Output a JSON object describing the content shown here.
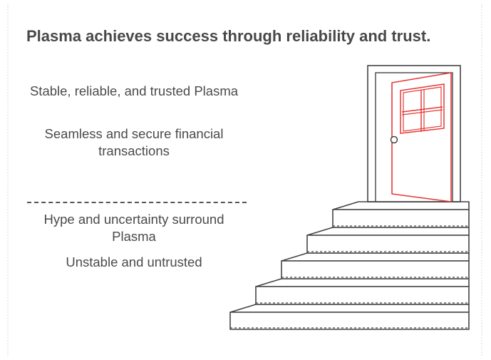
{
  "title": "Plasma achieves success through reliability and trust.",
  "positive": [
    "Stable, reliable, and trusted Plasma",
    "Seamless and secure financial transactions"
  ],
  "negative": [
    "Hype and uncertainty surround Plasma",
    "Unstable and untrusted"
  ],
  "colors": {
    "text": "#4a4a4a",
    "line": "#444444",
    "door_accent": "#e53935"
  },
  "icons": [
    "staircase-icon",
    "open-door-icon"
  ]
}
